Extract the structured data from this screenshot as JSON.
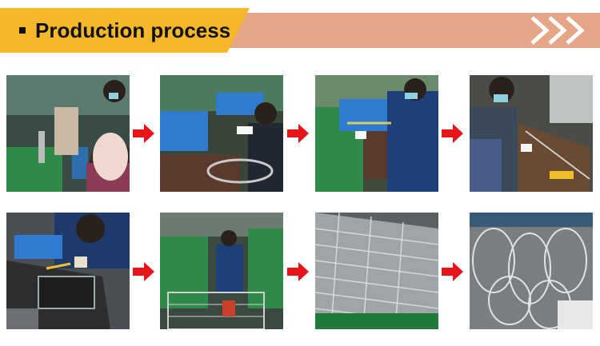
{
  "banner": {
    "title": "Production process",
    "left_color": "#f6b82a",
    "right_color": "#e4a687",
    "chevron_color": "#ffffff"
  },
  "steps": [
    {
      "name": "worker-welding-wire",
      "icon": "photo"
    },
    {
      "name": "worker-bending-wire",
      "icon": "photo"
    },
    {
      "name": "worker-cutting-wire",
      "icon": "photo"
    },
    {
      "name": "worker-assembling-frame",
      "icon": "photo"
    },
    {
      "name": "worker-spot-welding",
      "icon": "photo"
    },
    {
      "name": "worker-machine-welding",
      "icon": "photo"
    },
    {
      "name": "stacked-wire-grids",
      "icon": "photo"
    },
    {
      "name": "finished-baskets",
      "icon": "photo"
    }
  ],
  "arrow_color": "#e8141a"
}
